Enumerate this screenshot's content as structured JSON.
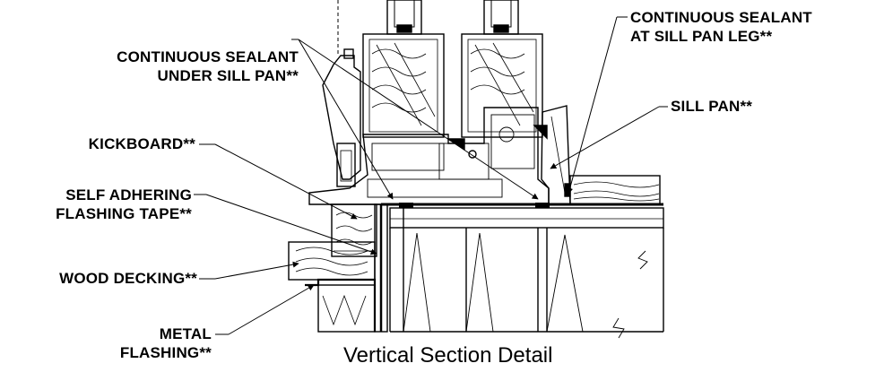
{
  "labels": {
    "sealant_under_sill_pan": [
      "CONTINUOUS SEALANT",
      "UNDER SILL PAN**"
    ],
    "sealant_at_leg": [
      "CONTINUOUS SEALANT",
      "AT SILL PAN LEG**"
    ],
    "sill_pan": "SILL PAN**",
    "kickboard": "KICKBOARD**",
    "flashing_tape": [
      "SELF ADHERING",
      "FLASHING TAPE**"
    ],
    "wood_decking": "WOOD DECKING**",
    "metal_flashing": [
      "METAL",
      "FLASHING**"
    ]
  },
  "caption": "Vertical Section Detail",
  "colors": {
    "ink": "#000000",
    "background": "#ffffff"
  }
}
